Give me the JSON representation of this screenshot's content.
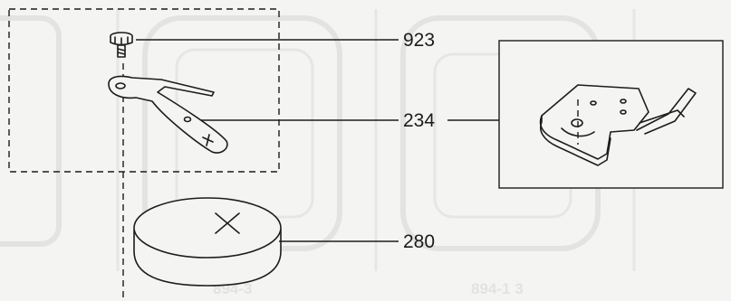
{
  "parts": [
    {
      "id": "screw",
      "label": "923"
    },
    {
      "id": "battery-clamp",
      "label": "234"
    },
    {
      "id": "battery",
      "label": "280"
    }
  ],
  "background_labels": [
    "894-3",
    "894-1 3"
  ]
}
